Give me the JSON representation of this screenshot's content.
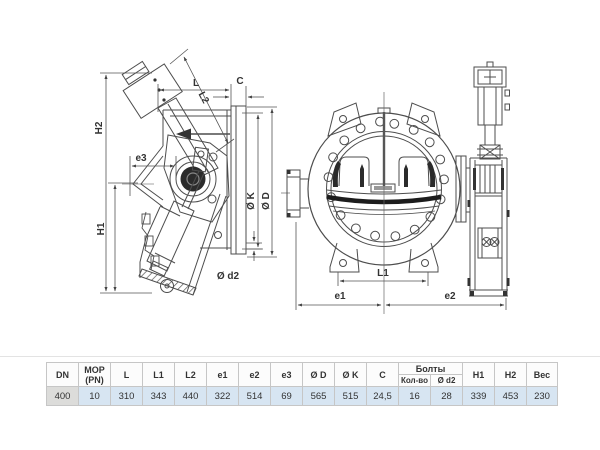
{
  "dims": {
    "H2": "H2",
    "H1": "H1",
    "e3": "e3",
    "L": "L",
    "C": "C",
    "L2": "L2",
    "oK": "Ø K",
    "oD": "Ø D",
    "od2": "Ø d2",
    "L1": "L1",
    "e1": "e1",
    "e2": "e2"
  },
  "table": {
    "headers": {
      "dn": "DN",
      "mop": "MOP (PN)",
      "l": "L",
      "l1": "L1",
      "l2": "L2",
      "e1": "e1",
      "e2": "e2",
      "e3": "e3",
      "od": "Ø D",
      "ok": "Ø K",
      "c": "C",
      "bolts": "Болты",
      "bolts_qty": "Кол-во",
      "bolts_d2": "Ø d2",
      "h1": "H1",
      "h2": "H2",
      "weight": "Вес"
    },
    "row": {
      "dn": "400",
      "mop": "10",
      "l": "310",
      "l1": "343",
      "l2": "440",
      "e1": "322",
      "e2": "514",
      "e3": "69",
      "od": "565",
      "ok": "515",
      "c": "24,5",
      "bolts_qty": "16",
      "bolts_d2": "28",
      "h1": "339",
      "h2": "453",
      "weight": "230"
    }
  },
  "colors": {
    "line": "#4d4d4d",
    "dim_line": "#555555",
    "row_highlight": "#d7e5f2",
    "row_first_cell": "#dcdcda",
    "header_bg": "#fcfcfc"
  }
}
